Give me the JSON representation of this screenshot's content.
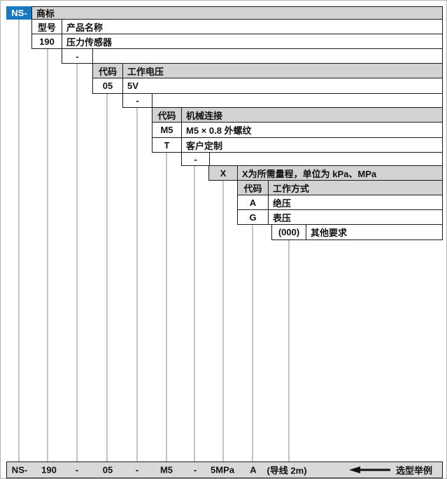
{
  "colors": {
    "accent_blue": "#1779c4",
    "header_gray": "#d3d3d3",
    "bar_gray": "#d9d9d9",
    "connector_gray": "#c4c4c8"
  },
  "diagram": {
    "brand": {
      "code": "NS-",
      "label": "商标"
    },
    "model": {
      "header": {
        "code": "型号",
        "label": "产品名称"
      },
      "rows": [
        {
          "code": "190",
          "label": "压力传感器"
        }
      ]
    },
    "separator": "-",
    "voltage": {
      "header": {
        "code": "代码",
        "label": "工作电压"
      },
      "rows": [
        {
          "code": "05",
          "label": "5V"
        }
      ]
    },
    "mechanical": {
      "header": {
        "code": "代码",
        "label": "机械连接"
      },
      "rows": [
        {
          "code": "M5",
          "label": "M5 × 0.8 外螺纹"
        },
        {
          "code": "T",
          "label": "客户定制"
        }
      ]
    },
    "range": {
      "code": "X",
      "label": "X为所需量程，单位为 kPa、MPa"
    },
    "mode": {
      "header": {
        "code": "代码",
        "label": "工作方式"
      },
      "rows": [
        {
          "code": "A",
          "label": "绝压"
        },
        {
          "code": "G",
          "label": "表压"
        }
      ]
    },
    "other": {
      "code": "(000)",
      "label": "其他要求"
    }
  },
  "example": {
    "parts": [
      "NS-",
      "190",
      "-",
      "05",
      "-",
      "M5",
      "-",
      "5MPa",
      "A",
      "(导线 2m)"
    ],
    "caption": "选型举例"
  }
}
